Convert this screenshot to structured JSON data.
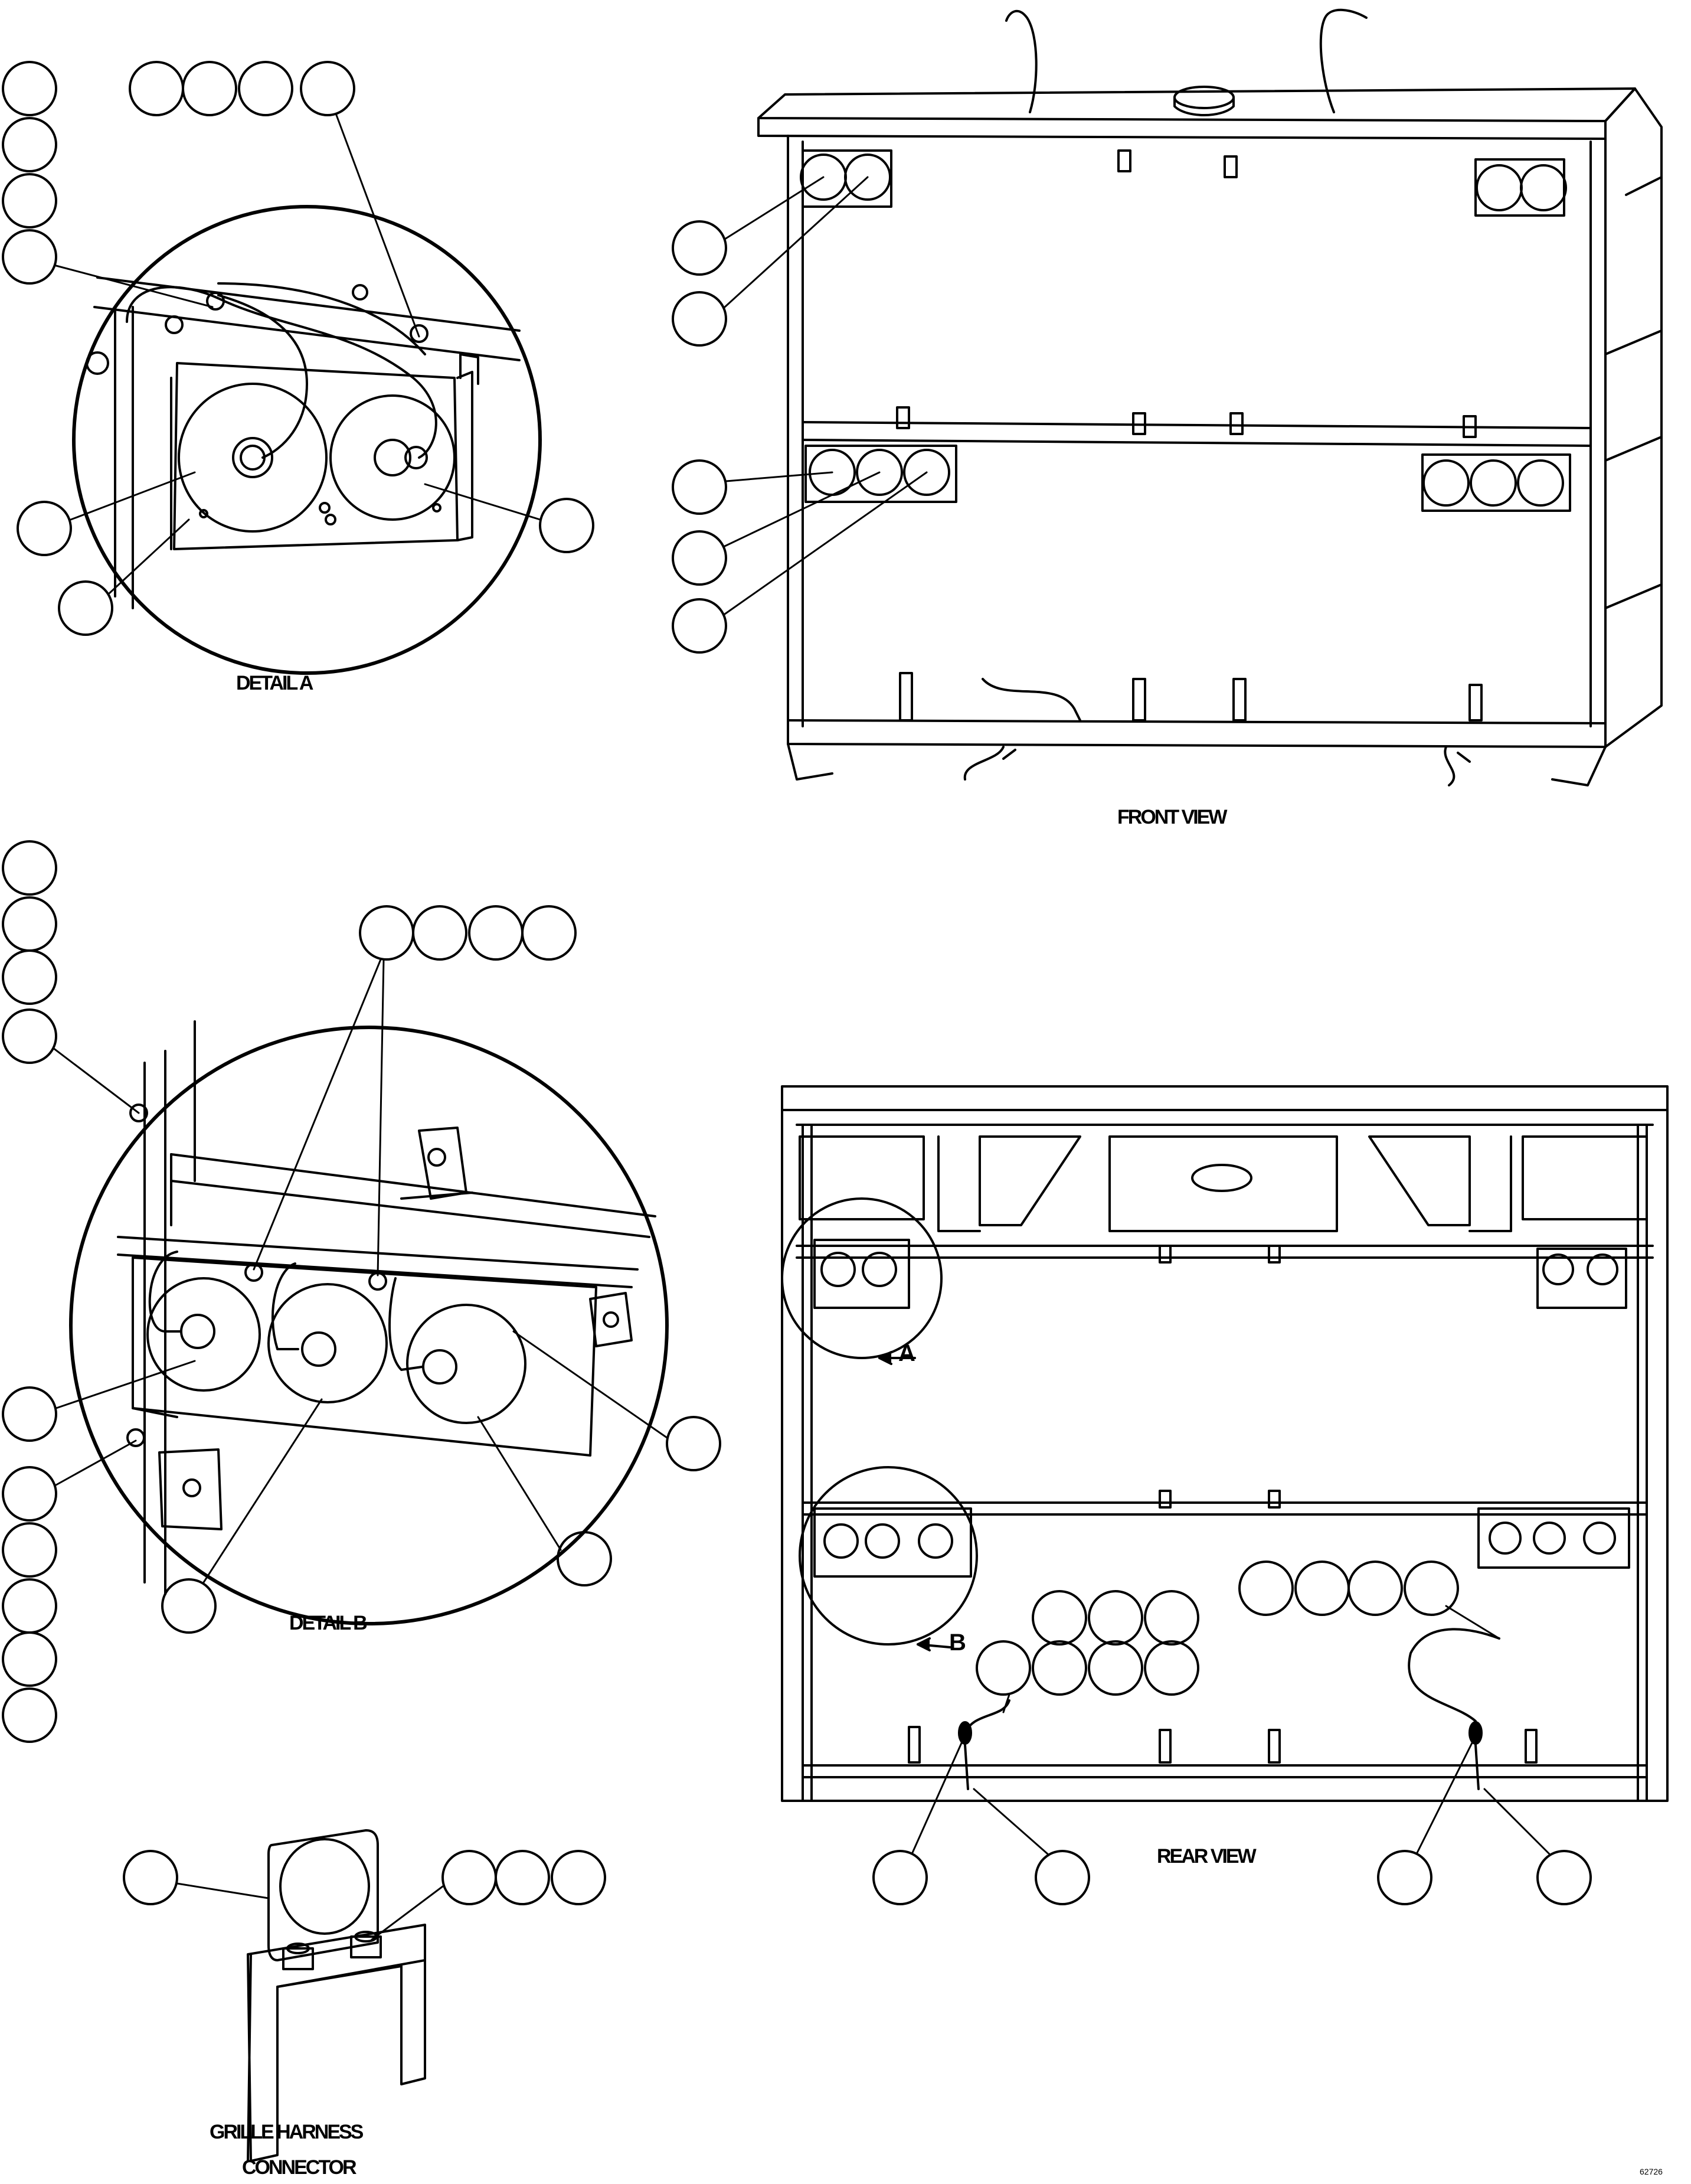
{
  "captions": {
    "detail_a": "DETAIL A",
    "detail_b": "DETAIL B",
    "front_view": "FRONT VIEW",
    "rear_view": "REAR VIEW",
    "grille_line1": "GRILLE HARNESS",
    "grille_line2": "CONNECTOR",
    "detail_ref_a": "A",
    "detail_ref_b": "B",
    "figure_number": "62726"
  }
}
